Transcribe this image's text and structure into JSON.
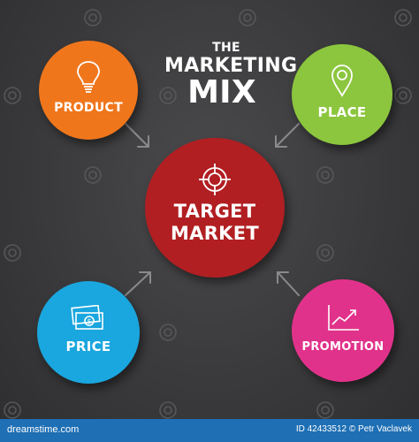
{
  "title": {
    "line1": "THE",
    "line2": "MARKETING",
    "line3": "MIX"
  },
  "center": {
    "line1": "TARGET",
    "line2": "MARKET",
    "color": "#b11f22"
  },
  "nodes": {
    "product": {
      "label": "PRODUCT",
      "color": "#f0761c",
      "icon": "lightbulb-icon"
    },
    "place": {
      "label": "PLACE",
      "color": "#8cc63e",
      "icon": "map-pin-icon"
    },
    "price": {
      "label": "PRICE",
      "color": "#1aa6de",
      "icon": "money-icon"
    },
    "promotion": {
      "label": "PROMOTION",
      "color": "#e1328b",
      "icon": "growth-chart-icon"
    }
  },
  "footer": {
    "site": "dreamstime.com",
    "id_text": "ID 42433512 © Petr Vaclavek"
  }
}
